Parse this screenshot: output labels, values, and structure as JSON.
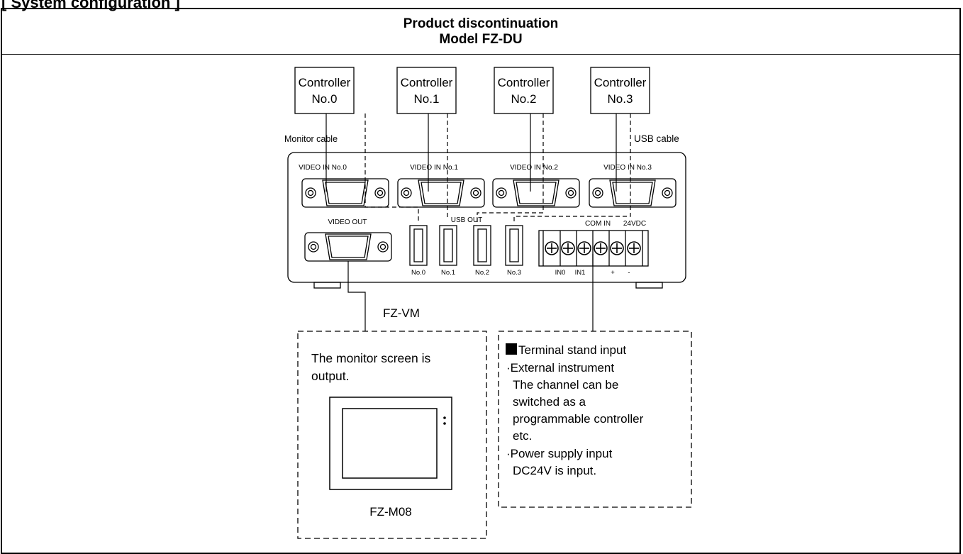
{
  "page": {
    "heading": "[ System configuration ]",
    "title_line1": "Product discontinuation",
    "title_line2": "Model FZ-DU"
  },
  "diagram": {
    "controllers": [
      {
        "line1": "Controller",
        "line2": "No.0"
      },
      {
        "line1": "Controller",
        "line2": "No.1"
      },
      {
        "line1": "Controller",
        "line2": "No.2"
      },
      {
        "line1": "Controller",
        "line2": "No.3"
      }
    ],
    "monitor_cable_label": "Monitor cable",
    "usb_cable_label": "USB cable",
    "video_in_labels": [
      "VIDEO IN No.0",
      "VIDEO IN No.1",
      "VIDEO IN No.2",
      "VIDEO IN No.3"
    ],
    "video_out_label": "VIDEO OUT",
    "usb_out_label": "USB OUT",
    "usb_port_labels": [
      "No.0",
      "No.1",
      "No.2",
      "No.3"
    ],
    "com_in_label": "COM IN",
    "vdc_label": "24VDC",
    "terminal_labels": [
      "IN0",
      "IN1",
      "+",
      "-"
    ],
    "fzvm_label": "FZ-VM",
    "monitor_box": {
      "text_line1": "The monitor screen is",
      "text_line2": "output.",
      "model": "FZ-M08"
    },
    "terminal_box": {
      "heading": "Terminal stand input",
      "lines": [
        "·External instrument",
        "The channel can be",
        "switched as a",
        "programmable controller",
        "etc.",
        "·Power supply input",
        "DC24V is input."
      ]
    }
  }
}
